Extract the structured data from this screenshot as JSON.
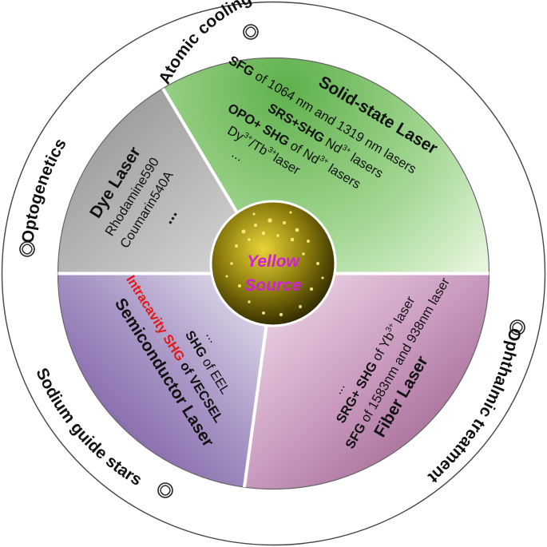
{
  "outer_ring": {
    "atomic": "Atomic cooling and trapping",
    "ophthalmic": "Ophthalmic treatment",
    "sodium": "Sodium guide stars",
    "optogenetics": "Optogenetics"
  },
  "center": {
    "line1": "Yellow",
    "line2": "Source"
  },
  "solid_state": {
    "title": "Solid-state Laser",
    "l1_b": "SFG",
    "l1_r": " of 1064 nm and 1319 nm lasers",
    "l2_b": "SRS+SHG",
    "l2_r": " Nd",
    "l2_sup": "3+",
    "l2_r2": " lasers",
    "l3_b": "OPO+ SHG",
    "l3_r": " of Nd",
    "l3_sup": "3+",
    "l3_r2": " lasers",
    "l4_a": "Dy",
    "l4_sup1": "3+",
    "l4_b": "/Tb",
    "l4_sup2": "3+",
    "l4_c": "laser",
    "l5": "..."
  },
  "dye": {
    "title": "Dye Laser",
    "l1": "Rhodamine590",
    "l2": "Coumarin540A",
    "l3": "..."
  },
  "semiconductor": {
    "title": "Semiconductor Laser",
    "l1": "Intracavity SHG",
    "l1_rest": " of VECSEL",
    "l2_b": "SHG",
    "l2_r": " of EEL",
    "l3": "..."
  },
  "fiber": {
    "title": "Fiber Laser",
    "l1_b": "SFG",
    "l1_r": " of 1583nm and 938nm laser",
    "l2_b": "SRG+ SHG",
    "l2_r": " of Yb",
    "l2_sup": "3+",
    "l2_r2": " laser",
    "l3": "..."
  },
  "colors": {
    "solid_state": "#79c36a",
    "dye": "#9a9a9a",
    "semiconductor": "#7c5ba3",
    "fiber": "#a8749a",
    "center_text": "#d21fd8",
    "ring": "#ffffff",
    "red_text": "#e01818"
  },
  "icons": [
    "swirl-icon"
  ]
}
